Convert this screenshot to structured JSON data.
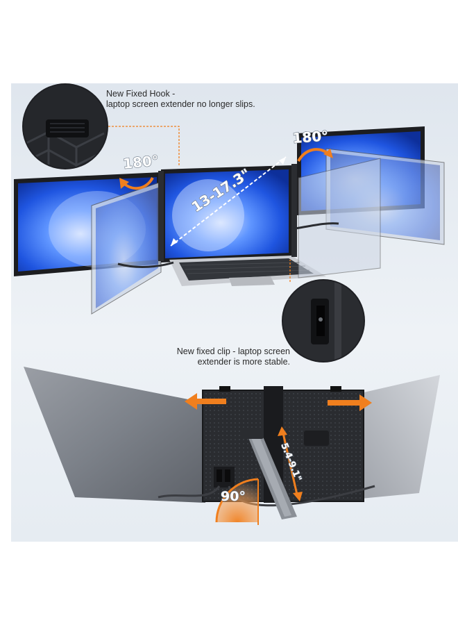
{
  "callouts": {
    "hook_line1": "New Fixed Hook -",
    "hook_line2": "laptop screen extender no longer slips.",
    "clip_line1": "New fixed clip - laptop screen",
    "clip_line2": "extender is more stable."
  },
  "labels": {
    "rotate_left": "180°",
    "rotate_right": "180°",
    "screen_size": "13-17.3\"",
    "kickstand_angle": "90°",
    "bracket_range": "5.4-9.1\""
  },
  "colors": {
    "accent": "#f07f1e",
    "screen_blue": "#2f6ff0",
    "device_dark": "#2b2d31",
    "panel_bg": "#e6ecf2"
  },
  "icons": [
    "rotate-arrow-icon",
    "slide-arrow-icon",
    "dimension-arrow-icon"
  ]
}
